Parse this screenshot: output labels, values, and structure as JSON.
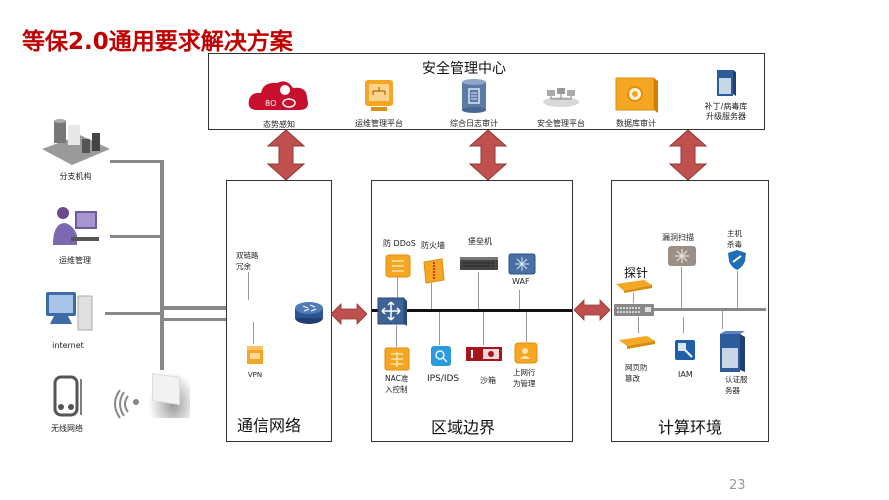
{
  "page": {
    "title": "等保2.0通用要求解决方案",
    "page_number": "23"
  },
  "colors": {
    "title_red": "#c00000",
    "arrow_red": "#c0504d",
    "orange": "#f5a623",
    "blue": "#2e75b6"
  },
  "management_center": {
    "title": "安全管理中心",
    "items": [
      {
        "label": "态势感知",
        "icon": "cloud-situation-icon"
      },
      {
        "label": "运维管理平台",
        "icon": "monitor-platform-icon"
      },
      {
        "label": "综合日志审计",
        "icon": "database-log-icon"
      },
      {
        "label": "安全管理平台",
        "icon": "network-platform-icon"
      },
      {
        "label": "数据库审计",
        "icon": "database-audit-icon"
      },
      {
        "label": "补丁/病毒库\n升级服务器",
        "icon": "server-icon"
      }
    ]
  },
  "left_sources": [
    {
      "label": "分支机构",
      "icon": "branch-office-icon"
    },
    {
      "label": "运维管理",
      "icon": "operator-icon"
    },
    {
      "label": "internet",
      "icon": "computer-icon"
    },
    {
      "label": "无线网络",
      "icon": "mobile-icon"
    }
  ],
  "zones": {
    "network": {
      "title": "通信网络",
      "dual_link_label": "双链路\n冗余",
      "vpn_label": "VPN"
    },
    "boundary": {
      "title": "区域边界",
      "top_items": [
        {
          "label": "防 DDoS",
          "icon": "anti-ddos-icon"
        },
        {
          "label": "防火墙",
          "icon": "firewall-icon"
        },
        {
          "label": "堡垒机",
          "icon": "bastion-host-icon"
        },
        {
          "label": "WAF",
          "icon": "waf-icon"
        }
      ],
      "bottom_items": [
        {
          "label": "NAC准\n入控制",
          "icon": "nac-icon"
        },
        {
          "label": "IPS/IDS",
          "icon": "ips-ids-icon"
        },
        {
          "label": "沙箱",
          "icon": "sandbox-icon"
        },
        {
          "label": "上网行\n为管理",
          "icon": "behavior-mgmt-icon"
        }
      ]
    },
    "compute": {
      "title": "计算环境",
      "probe_label": "探针",
      "top_items": [
        {
          "label": "漏洞扫描",
          "icon": "vuln-scan-icon"
        },
        {
          "label": "主机\n杀毒",
          "icon": "host-antivirus-icon"
        }
      ],
      "bottom_items": [
        {
          "label": "网页防\n篡改",
          "icon": "web-tamper-icon"
        },
        {
          "label": "IAM",
          "icon": "iam-icon"
        },
        {
          "label": "认证服\n务器",
          "icon": "auth-server-icon"
        }
      ]
    }
  }
}
